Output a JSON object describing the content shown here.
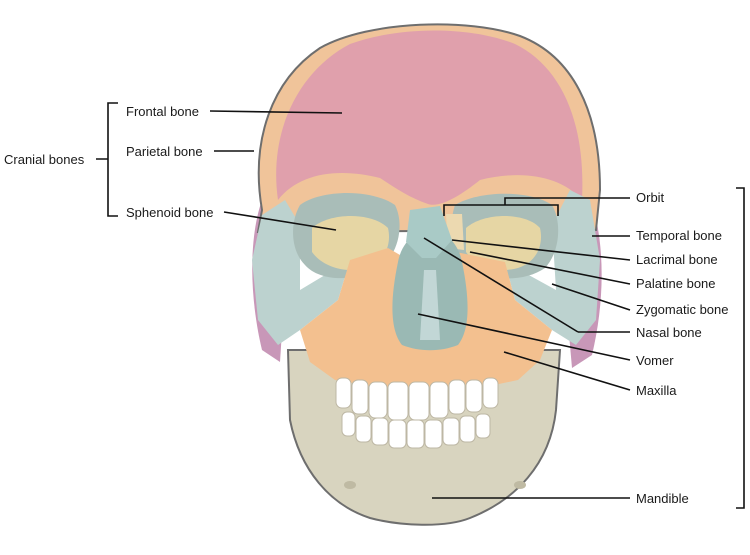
{
  "figure": {
    "group_labels": {
      "cranial": "Cranial bones"
    },
    "labels": {
      "frontal": "Frontal bone",
      "parietal": "Parietal bone",
      "sphenoid": "Sphenoid bone",
      "orbit": "Orbit",
      "temporal": "Temporal bone",
      "lacrimal": "Lacrimal bone",
      "palatine": "Palatine bone",
      "zygomatic": "Zygomatic bone",
      "nasal": "Nasal bone",
      "vomer": "Vomer",
      "maxilla": "Maxilla",
      "mandible": "Mandible"
    },
    "colors": {
      "frontal": "#e0a0ac",
      "parietal": "#f0c49a",
      "sphenoid": "#e6d6a4",
      "temporal": "#c897b8",
      "lacrimal": "#ecd9b0",
      "zygomatic": "#bcd2cf",
      "nasal": "#a9cac6",
      "maxilla": "#f3c08f",
      "vomer": "#b2cfcf",
      "mandible": "#d8d4bf",
      "teeth": "#ffffff",
      "outline": "#6e6e6e"
    }
  }
}
